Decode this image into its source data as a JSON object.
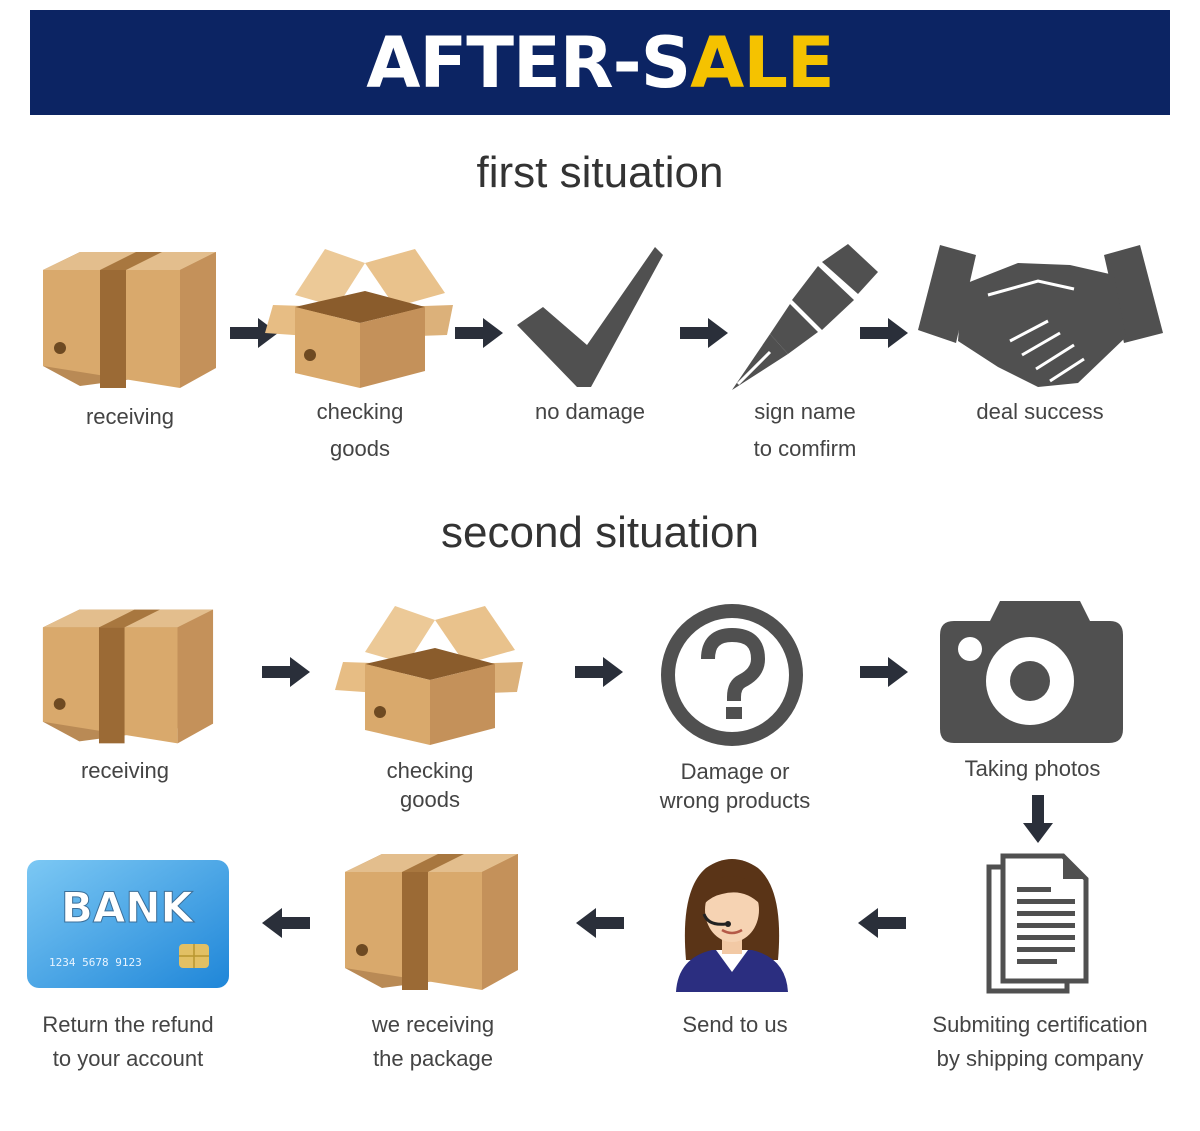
{
  "banner": {
    "title_white": "AFTER-S",
    "title_yellow": "ALE",
    "bg_color": "#0c2463",
    "accent_color": "#f5c200"
  },
  "first_situation": {
    "title": "first situation",
    "steps": [
      {
        "icon": "closed-box-icon",
        "lines": [
          "receiving"
        ]
      },
      {
        "icon": "open-box-icon",
        "lines": [
          "checking",
          "goods"
        ]
      },
      {
        "icon": "checkmark-icon",
        "lines": [
          "no damage"
        ]
      },
      {
        "icon": "pen-icon",
        "lines": [
          "sign name",
          "to comfirm"
        ]
      },
      {
        "icon": "handshake-icon",
        "lines": [
          "deal success"
        ]
      }
    ]
  },
  "second_situation": {
    "title": "second situation",
    "steps": [
      {
        "icon": "closed-box-icon",
        "lines": [
          "receiving"
        ]
      },
      {
        "icon": "open-box-icon",
        "lines": [
          "checking",
          "goods"
        ]
      },
      {
        "icon": "question-icon",
        "lines": [
          "Damage or",
          "wrong products"
        ]
      },
      {
        "icon": "camera-icon",
        "lines": [
          "Taking photos"
        ]
      },
      {
        "icon": "document-icon",
        "lines": [
          "Submiting certification",
          "by shipping company"
        ]
      },
      {
        "icon": "support-agent-icon",
        "lines": [
          "Send to us"
        ]
      },
      {
        "icon": "closed-box-icon",
        "lines": [
          "we receiving",
          "the package"
        ]
      },
      {
        "icon": "bank-card-icon",
        "lines": [
          "Return the refund",
          "to your account"
        ]
      }
    ]
  },
  "bank_card": {
    "brand": "BANK",
    "number": "1234 5678 9123"
  }
}
